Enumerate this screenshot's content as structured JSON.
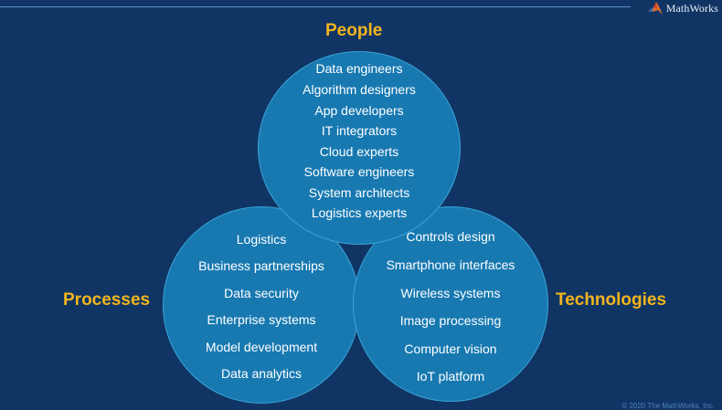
{
  "brand": {
    "name": "MathWorks"
  },
  "footer": "© 2020 The MathWorks, Inc.",
  "colors": {
    "background": "#103565",
    "circle": "#1879b1",
    "heading": "#f3b51d",
    "text": "#ffffff"
  },
  "people": {
    "heading": "People",
    "items": [
      "Data engineers",
      "Algorithm designers",
      "App developers",
      "IT integrators",
      "Cloud experts",
      "Software engineers",
      "System architects",
      "Logistics experts"
    ]
  },
  "processes": {
    "heading": "Processes",
    "items": [
      "Logistics",
      "Business partnerships",
      "Data security",
      "Enterprise systems",
      "Model development",
      "Data analytics"
    ]
  },
  "technologies": {
    "heading": "Technologies",
    "items": [
      "Controls design",
      "Smartphone interfaces",
      "Wireless systems",
      "Image processing",
      "Computer vision",
      "IoT platform"
    ]
  }
}
